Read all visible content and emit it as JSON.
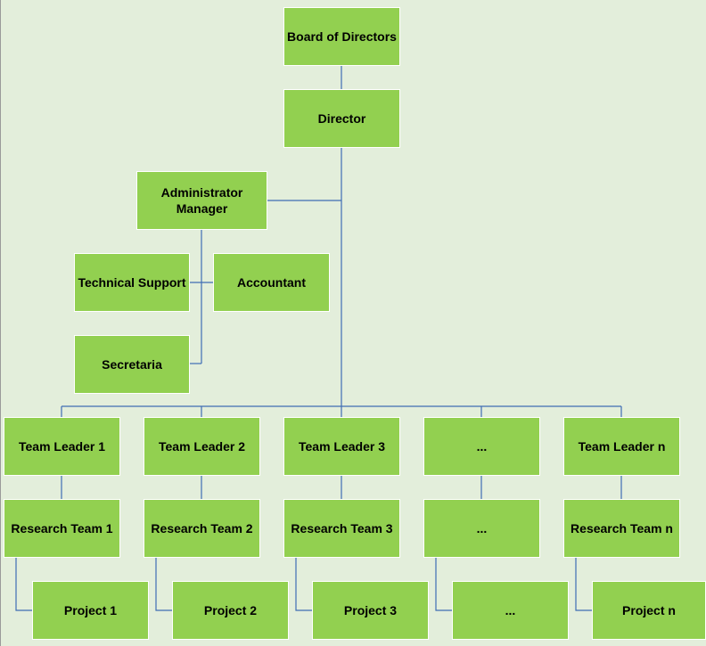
{
  "colors": {
    "background": "#e3eedb",
    "box_fill": "#92d050",
    "connector": "#3f6db4"
  },
  "nodes": {
    "board": "Board of Directors",
    "director": "Director",
    "admin_manager": "Administrator\nManager",
    "technical_support": "Technical Support",
    "accountant": "Accountant",
    "secretaria": "Secretaria",
    "team_leaders": [
      "Team Leader 1",
      "Team Leader 2",
      "Team Leader 3",
      "...",
      "Team Leader n"
    ],
    "research_teams": [
      "Research Team 1",
      "Research Team 2",
      "Research Team 3",
      "...",
      "Research Team n"
    ],
    "projects": [
      "Project 1",
      "Project 2",
      "Project 3",
      "...",
      "Project n"
    ]
  }
}
